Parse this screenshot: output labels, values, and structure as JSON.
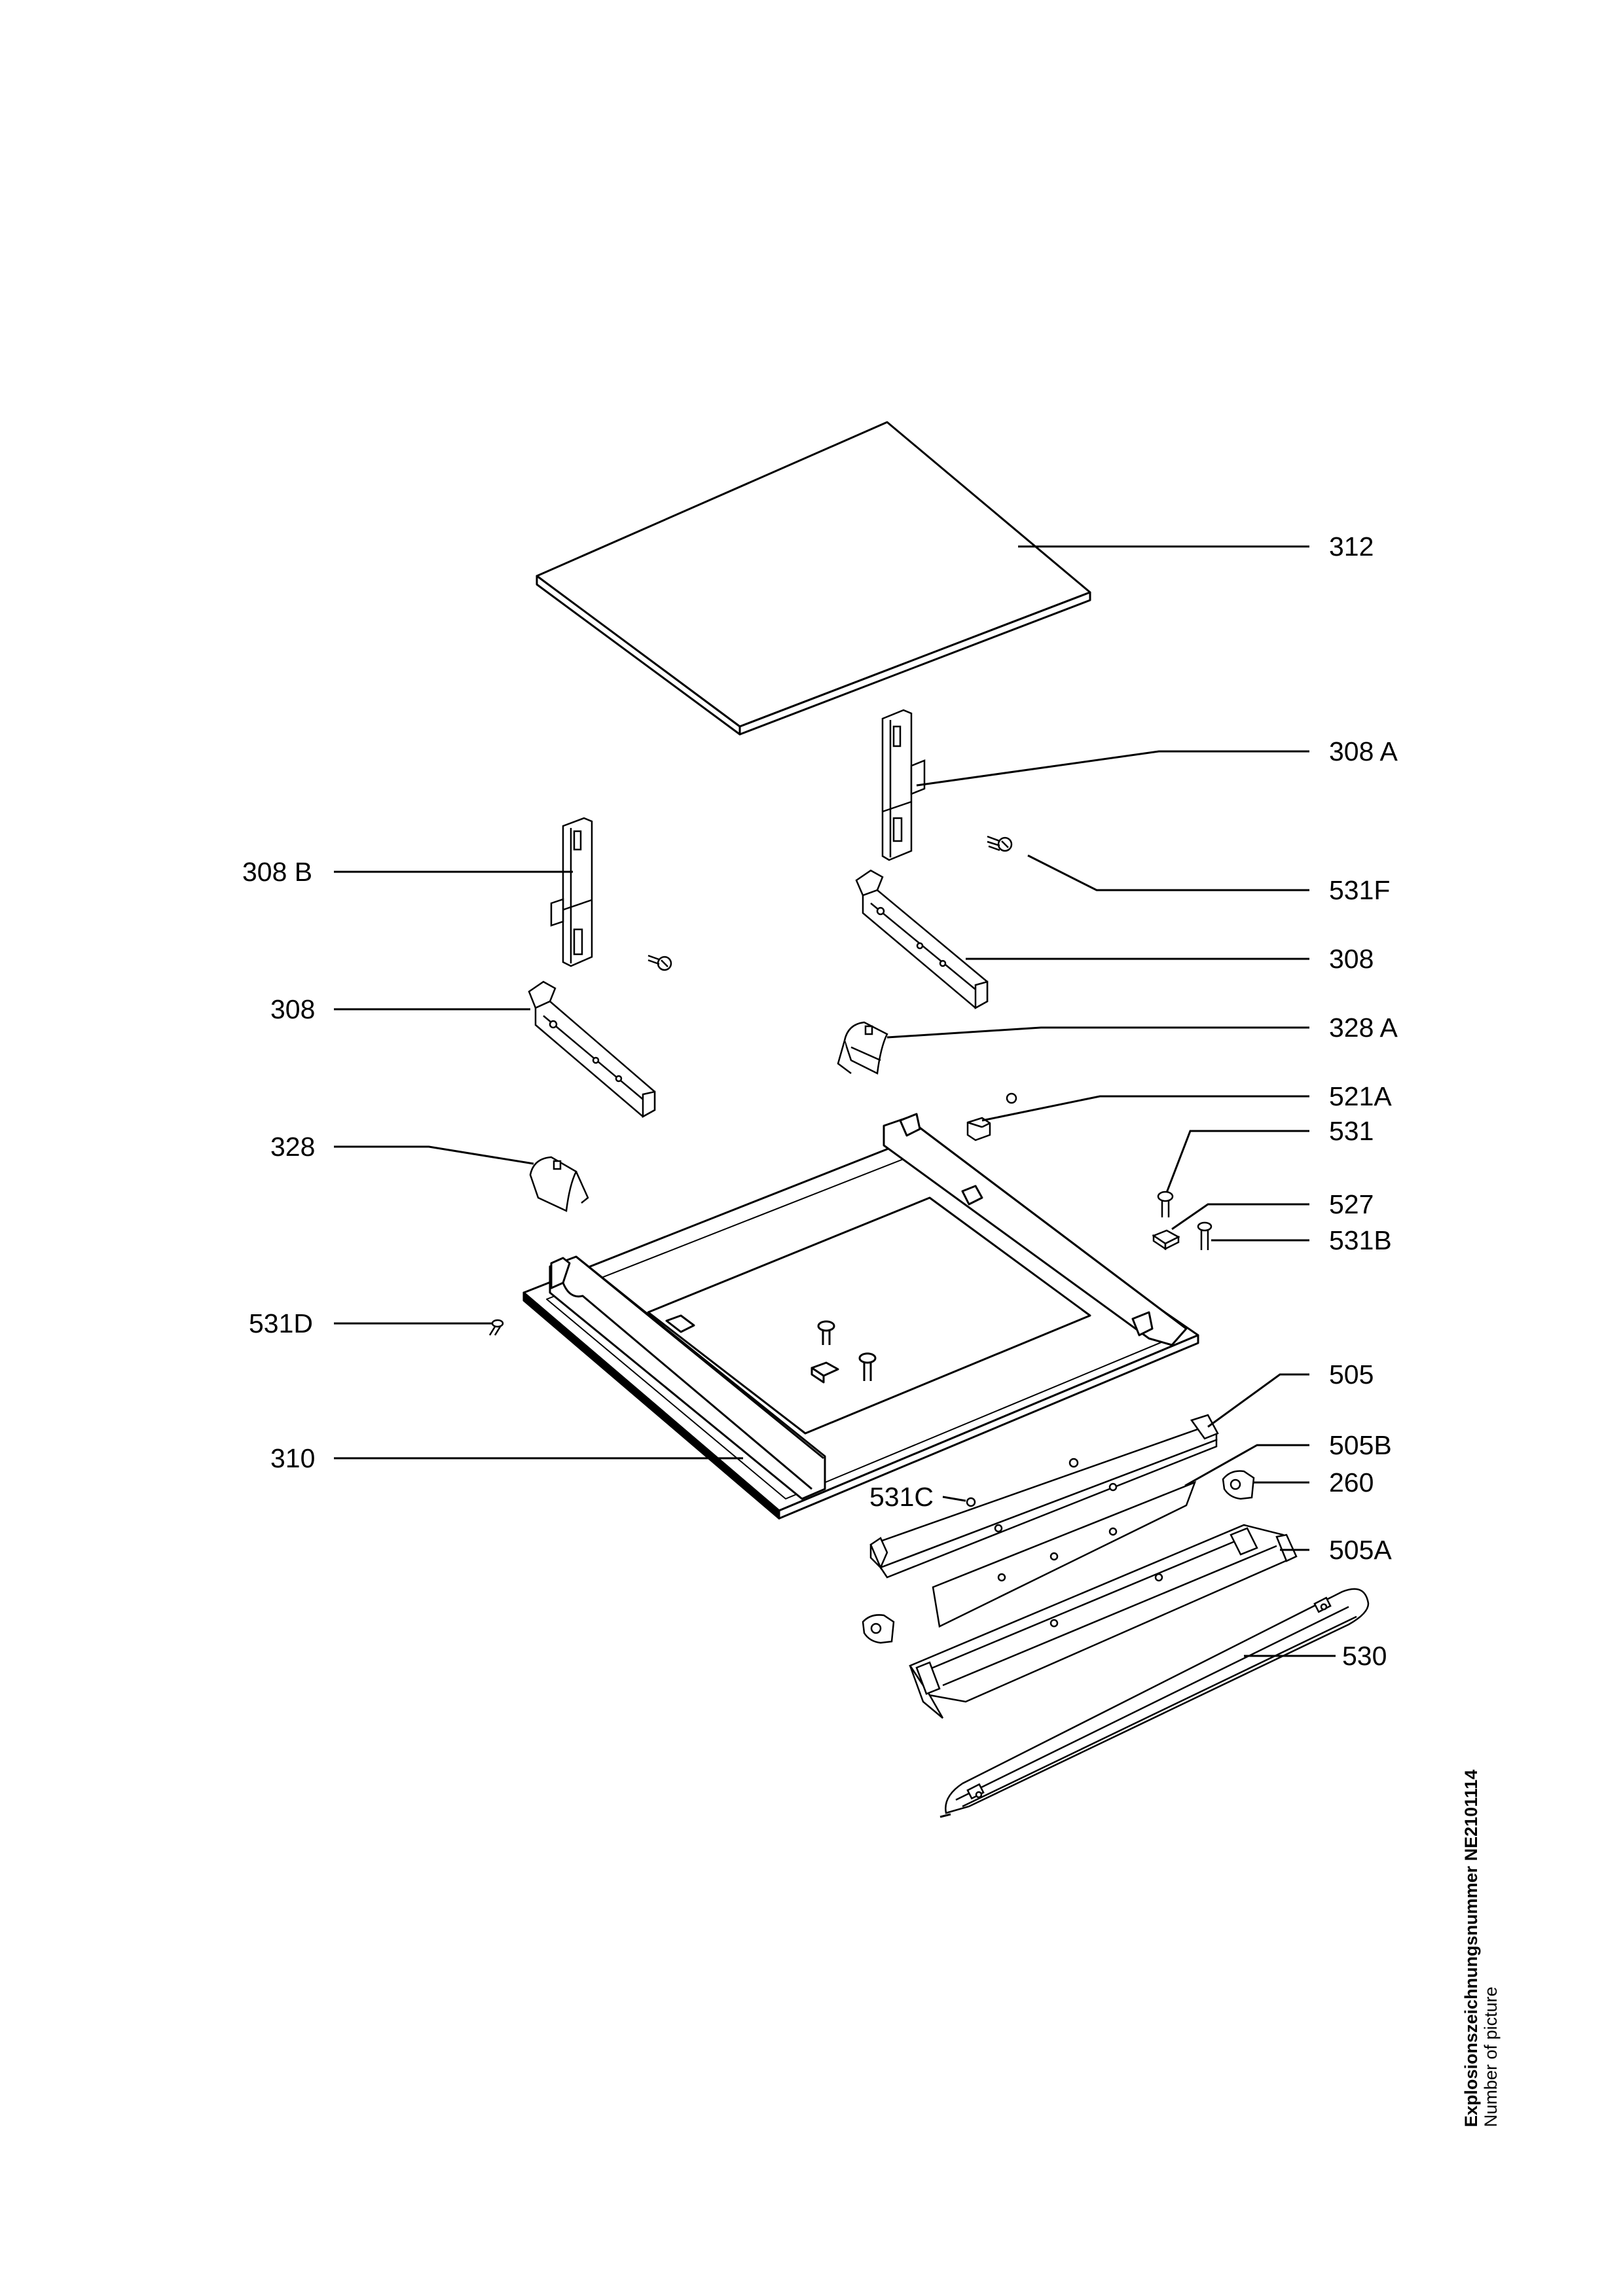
{
  "callouts": {
    "c312": "312",
    "c308A": "308 A",
    "c308B": "308 B",
    "c531F": "531F",
    "c308r": "308",
    "c308l": "308",
    "c328A": "328 A",
    "c521A": "521A",
    "c328": "328",
    "c531": "531",
    "c527": "527",
    "c531B": "531B",
    "c531D": "531D",
    "c505": "505",
    "c310": "310",
    "c505B": "505B",
    "c531C": "531C",
    "c260": "260",
    "c505A": "505A",
    "c530": "530"
  },
  "footer": {
    "line1": "Explosionszeichnungsnummer NE2101114",
    "line2": "Number of picture"
  }
}
